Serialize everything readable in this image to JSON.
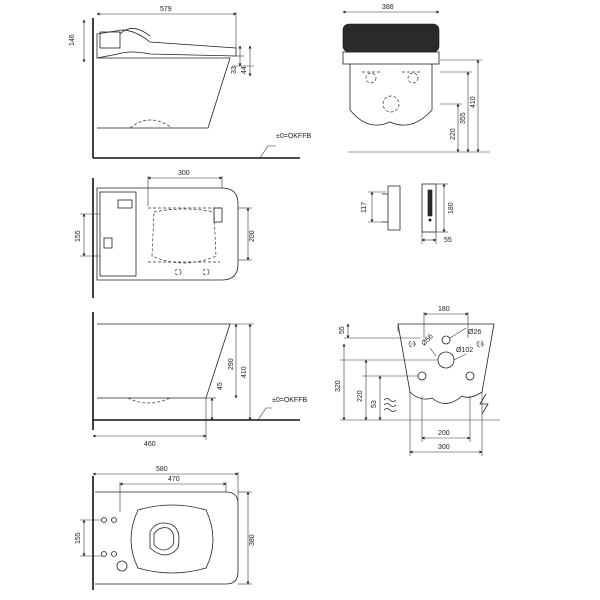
{
  "drawing": {
    "views": [
      {
        "id": "washlet-side",
        "dimensions": {
          "width": "579",
          "seat_height": "146",
          "d1": "33",
          "d2": "44"
        },
        "floor_label": "±0=OKFFB"
      },
      {
        "id": "washlet-front",
        "dimensions": {
          "width": "386",
          "h1": "220",
          "h2": "355",
          "h3": "410"
        }
      },
      {
        "id": "washlet-top",
        "dimensions": {
          "width": "300",
          "left": "155",
          "right": "200"
        }
      },
      {
        "id": "remote",
        "dimensions": {
          "height": "117",
          "height2": "180",
          "depth": "55"
        }
      },
      {
        "id": "bowl-side",
        "dimensions": {
          "length": "460",
          "h1": "45",
          "h2": "290",
          "h3": "410"
        },
        "floor_label": "±0=OKFFB"
      },
      {
        "id": "bowl-front",
        "dimensions": {
          "top_width": "180",
          "offset": "55",
          "d_small": "Ø26",
          "d_large": "Ø102",
          "d_mid": "Ø56",
          "h1": "53",
          "h2": "220",
          "h3": "320",
          "w_bottom1": "200",
          "w_bottom2": "300"
        }
      },
      {
        "id": "bowl-top",
        "dimensions": {
          "overall": "580",
          "inner": "470",
          "left": "155",
          "right": "380"
        }
      }
    ]
  }
}
